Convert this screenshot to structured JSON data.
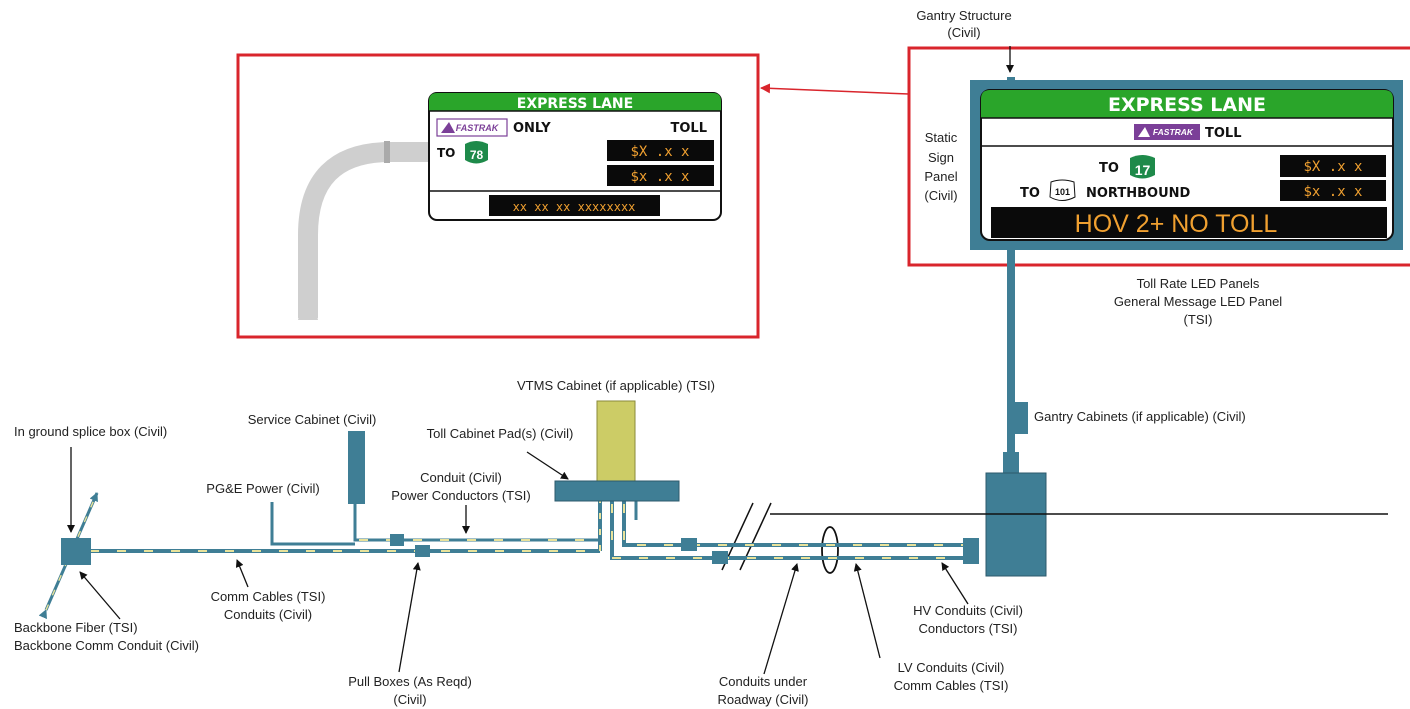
{
  "colors": {
    "teal": "#3f7e95",
    "yellow_dash": "#e8e29a",
    "cabinet_yellow": "#cccc66",
    "sign_green": "#2aa52a",
    "callout_red": "#d9252c",
    "fastrak_purple": "#7b3f98",
    "led_orange": "#f0a030",
    "gray_pole": "#cfcfcf"
  },
  "labels": {
    "gantry_structure_1": "Gantry Structure",
    "gantry_structure_2": "(Civil)",
    "static_1": "Static",
    "static_2": "Sign",
    "static_3": "Panel",
    "static_4": "(Civil)",
    "led_panels_1": "Toll Rate LED Panels",
    "led_panels_2": "General Message LED Panel",
    "led_panels_3": "(TSI)",
    "vtms": "VTMS Cabinet (if applicable) (TSI)",
    "gantry_cabinets": "Gantry Cabinets (if applicable) (Civil)",
    "service_cabinet": "Service Cabinet (Civil)",
    "toll_pad": "Toll Cabinet Pad(s) (Civil)",
    "splice_box": "In ground splice box (Civil)",
    "pge_power": "PG&E Power (Civil)",
    "conduit_1": "Conduit (Civil)",
    "conduit_2": "Power Conductors (TSI)",
    "comm_1": "Comm Cables (TSI)",
    "comm_2": "Conduits (Civil)",
    "backbone_1": "Backbone Fiber (TSI)",
    "backbone_2": "Backbone Comm Conduit (Civil)",
    "pull_1": "Pull Boxes (As Reqd)",
    "pull_2": "(Civil)",
    "under_1": "Conduits under",
    "under_2": "Roadway (Civil)",
    "lv_1": "LV Conduits (Civil)",
    "lv_2": "Comm Cables (TSI)",
    "hv_1": "HV Conduits (Civil)",
    "hv_2": "Conductors (TSI)"
  },
  "sign_small": {
    "header": "EXPRESS LANE",
    "fastrak": "FASTRAK",
    "only": "ONLY",
    "toll": "TOLL",
    "to": "TO",
    "route": "78",
    "rate1": "$X .x x",
    "rate2": "$x .x x",
    "message": "xx xx xx xxxxxxxx"
  },
  "sign_large": {
    "header": "EXPRESS LANE",
    "fastrak": "FASTRAK",
    "toll": "TOLL",
    "to1": "TO",
    "route1": "17",
    "to2": "TO",
    "route2": "101",
    "direction": "NORTHBOUND",
    "rate1": "$X .x x",
    "rate2": "$x .x x",
    "message": "HOV 2+ NO TOLL"
  }
}
